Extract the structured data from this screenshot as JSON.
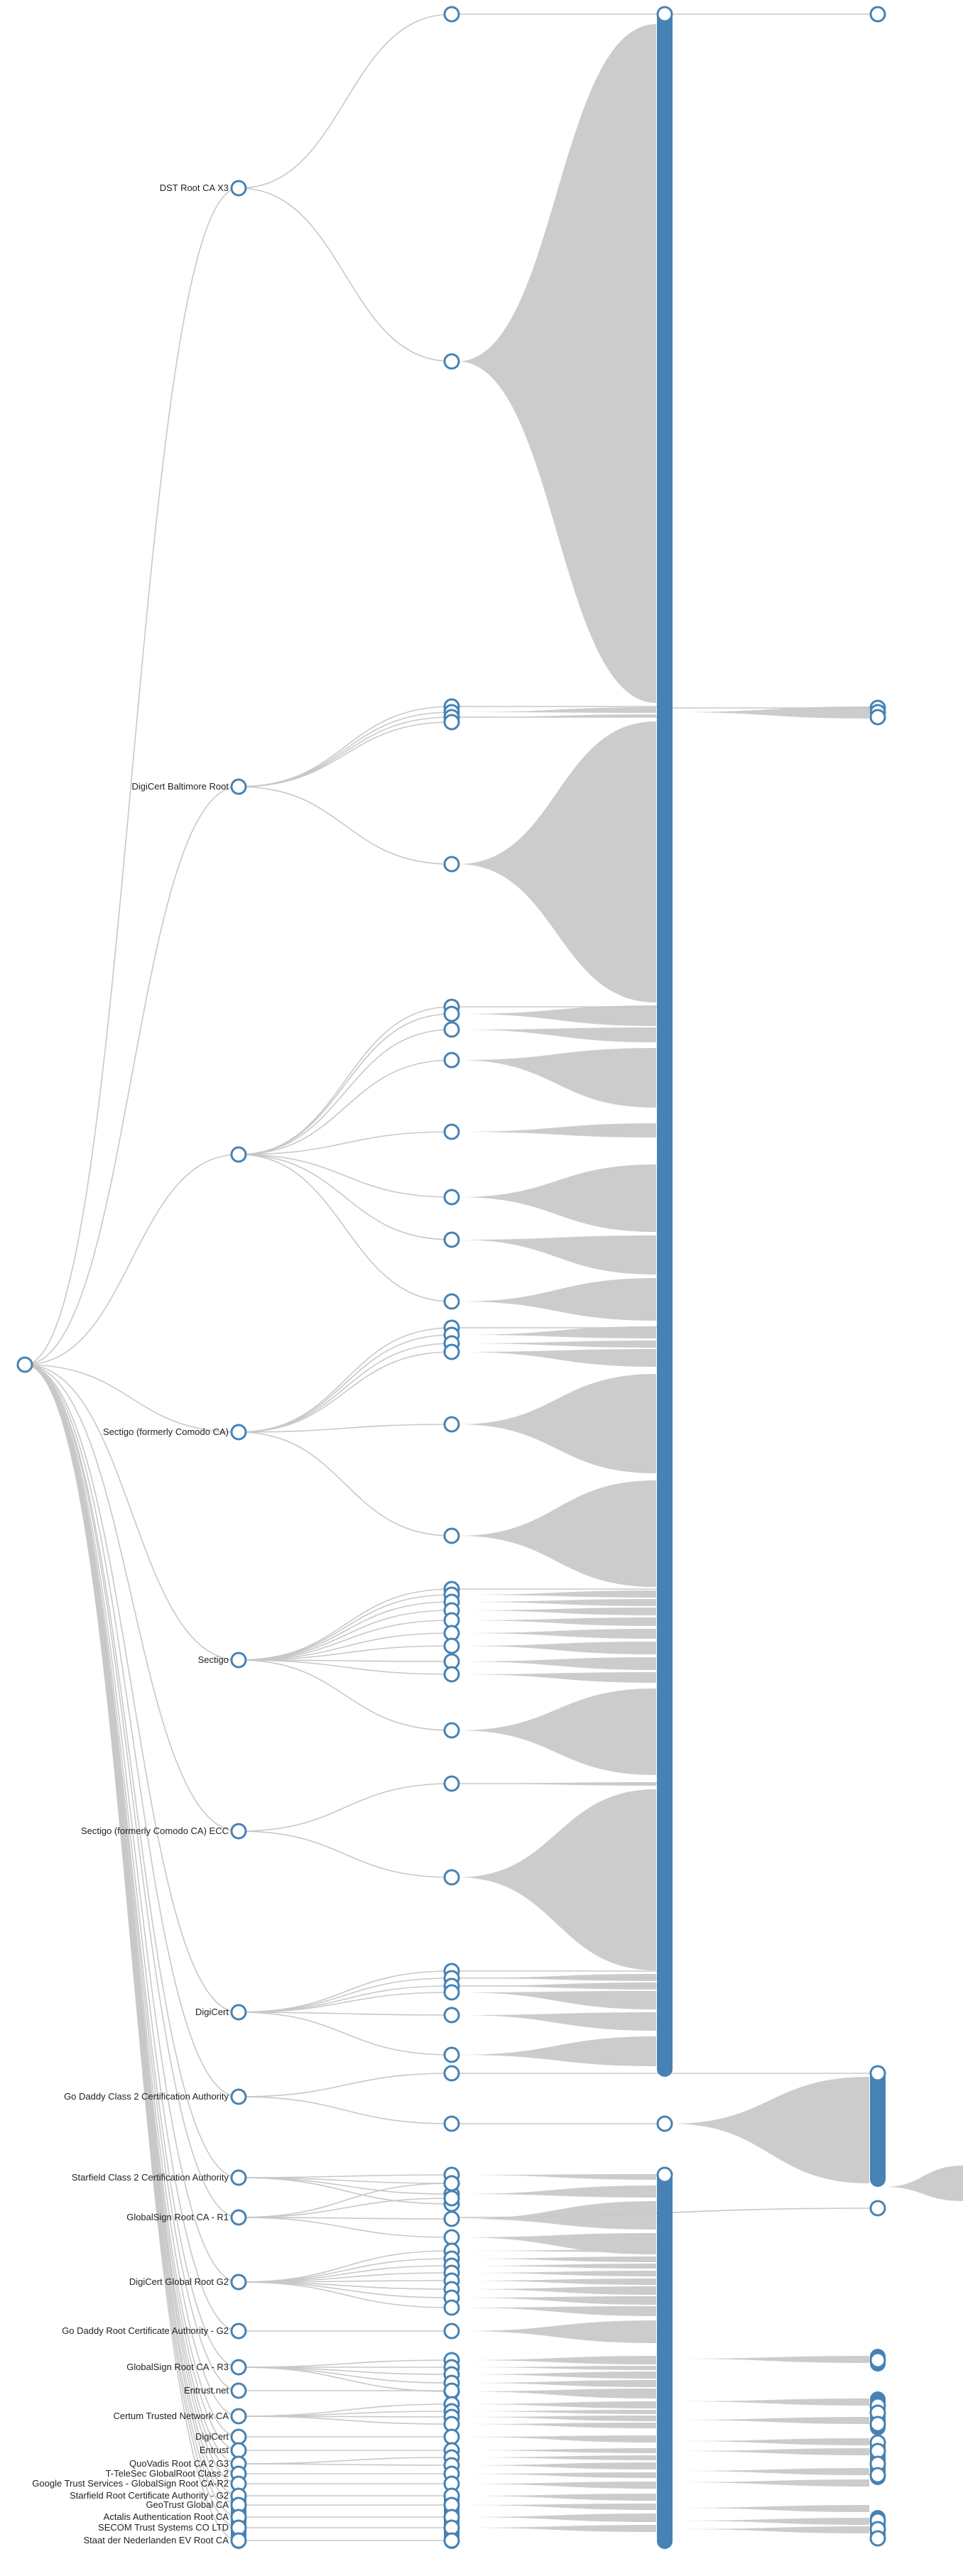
{
  "colors": {
    "node_stroke": "#4682b4",
    "link": "#c8c8c8",
    "fan": "#cccccc",
    "background": "#ffffff"
  },
  "roots": [
    {
      "id": "dst",
      "label": "DST Root CA X3"
    },
    {
      "id": "baltimore",
      "label": "DigiCert Baltimore Root"
    },
    {
      "id": "unlabeled_a",
      "label": ""
    },
    {
      "id": "sectigo_comodo",
      "label": "Sectigo (formerly Comodo CA)"
    },
    {
      "id": "sectigo",
      "label": "Sectigo"
    },
    {
      "id": "sectigo_ecc",
      "label": "Sectigo (formerly Comodo CA) ECC"
    },
    {
      "id": "digicert",
      "label": "DigiCert"
    },
    {
      "id": "godaddy2",
      "label": "Go Daddy Class 2 Certification Authority"
    },
    {
      "id": "starfield2",
      "label": "Starfield Class 2 Certification Authority"
    },
    {
      "id": "globalsign_r1",
      "label": "GlobalSign Root CA - R1"
    },
    {
      "id": "digicert_g2",
      "label": "DigiCert Global Root G2"
    },
    {
      "id": "godaddy_g2",
      "label": "Go Daddy Root Certificate Authority - G2"
    },
    {
      "id": "globalsign_r3",
      "label": "GlobalSign Root CA - R3"
    },
    {
      "id": "entrust",
      "label": "Entrust.net"
    },
    {
      "id": "certum",
      "label": "Certum Trusted Network CA"
    },
    {
      "id": "digicert_s",
      "label": "DigiCert"
    },
    {
      "id": "entrust_s",
      "label": "Entrust"
    },
    {
      "id": "quovadis",
      "label": "QuoVadis Root CA 2 G3"
    },
    {
      "id": "telesec",
      "label": "T-TeleSec GlobalRoot Class 2"
    },
    {
      "id": "gts",
      "label": "Google Trust Services - GlobalSign Root CA-R2"
    },
    {
      "id": "starfield_g2",
      "label": "Starfield Root Certificate Authority - G2"
    },
    {
      "id": "geotrust",
      "label": "GeoTrust Global CA"
    },
    {
      "id": "actalis",
      "label": "Actalis Authentication Root CA"
    },
    {
      "id": "secom",
      "label": "SECOM Trust Systems CO LTD"
    },
    {
      "id": "usertrust",
      "label": "Staat der Nederlanden EV Root CA"
    }
  ]
}
